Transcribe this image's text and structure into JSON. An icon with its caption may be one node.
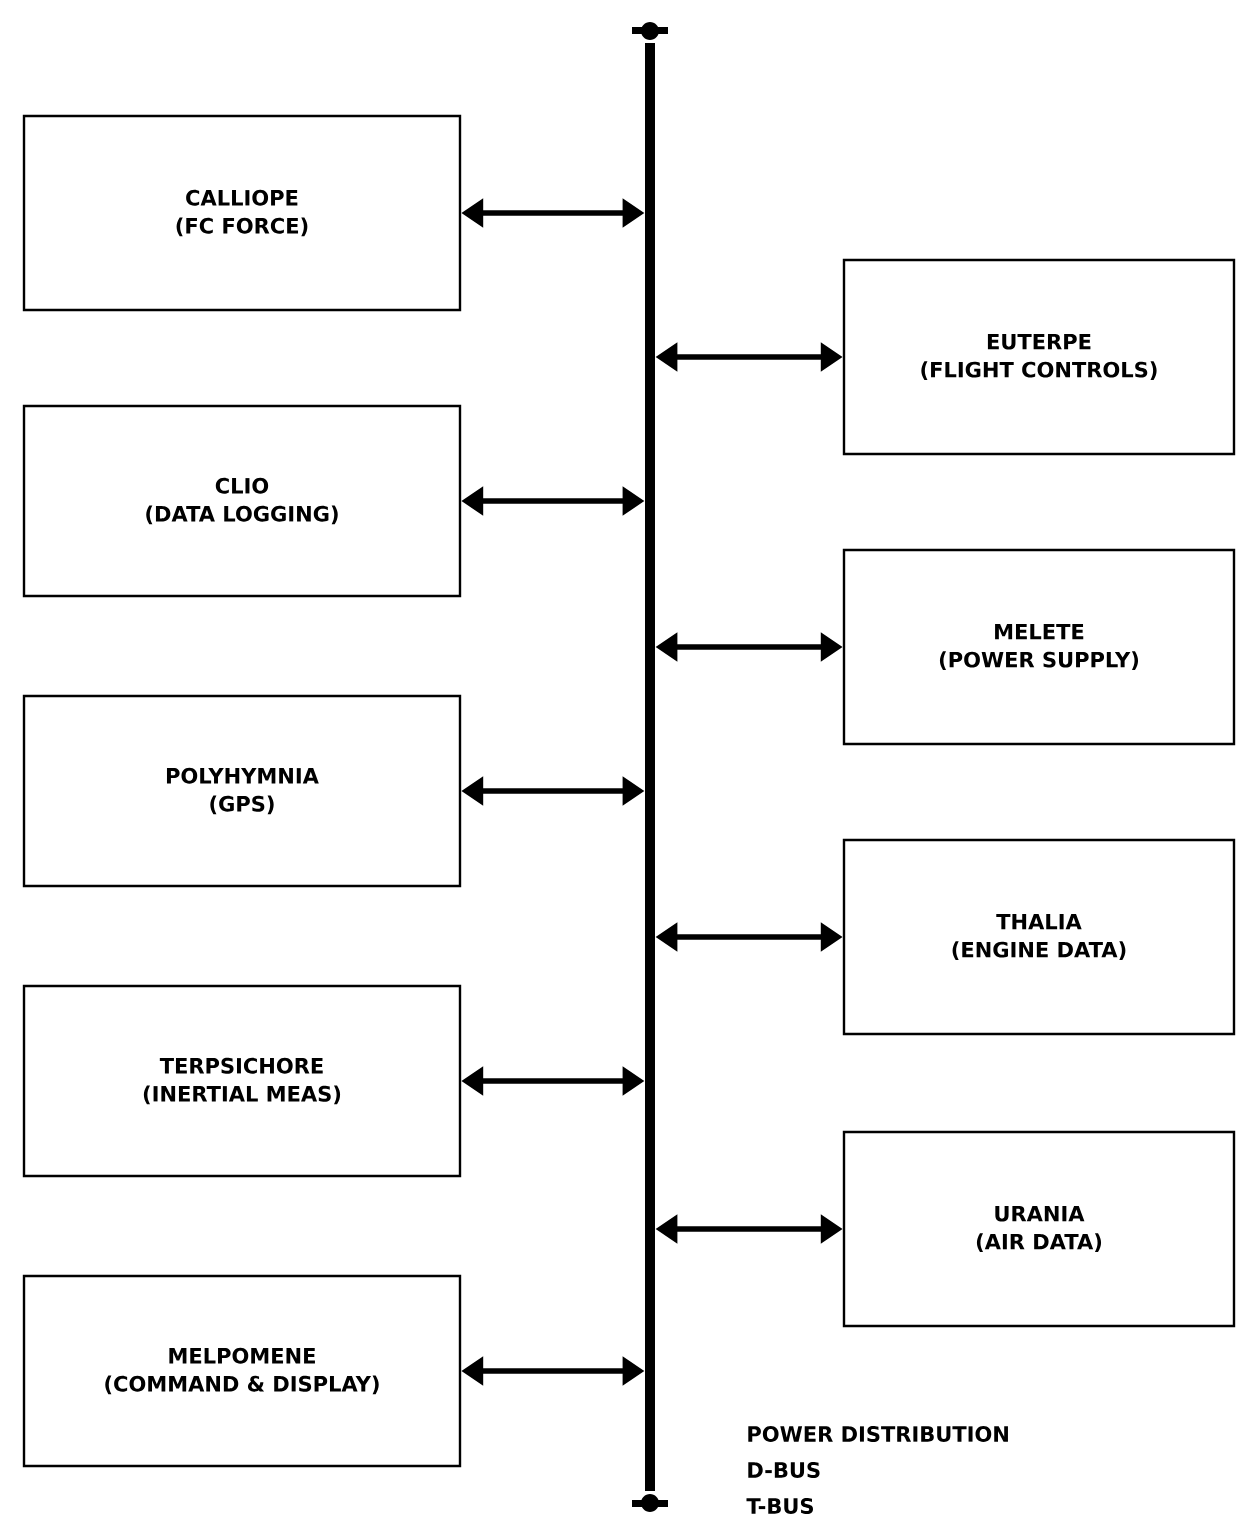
{
  "diagram": {
    "nodes": [
      {
        "text": [
          "CALLIOPE",
          "(FC FORCE)"
        ]
      },
      {
        "text": [
          "EUTERPE",
          "(FLIGHT CONTROLS)"
        ]
      },
      {
        "text": [
          "CLIO",
          "(DATA LOGGING)"
        ]
      },
      {
        "text": [
          "MELETE",
          "(POWER SUPPLY)"
        ]
      },
      {
        "text": [
          "POLYHYMNIA",
          "(GPS)"
        ]
      },
      {
        "text": [
          "THALIA",
          "(ENGINE DATA)"
        ]
      },
      {
        "text": [
          "TERPSICHORE",
          "(INERTIAL MEAS)"
        ]
      },
      {
        "text": [
          "URANIA",
          "(AIR DATA)"
        ]
      },
      {
        "text": [
          "MELPOMENE",
          "(COMMAND & DISPLAY)"
        ]
      },
      {
        "text": [],
        "shape": "bar"
      }
    ],
    "edges": [
      {
        "from": 0,
        "to": 9,
        "arrow": "both"
      },
      {
        "from": 9,
        "to": 1,
        "arrow": "both"
      },
      {
        "from": 2,
        "to": 9,
        "arrow": "both"
      },
      {
        "from": 9,
        "to": 3,
        "arrow": "both"
      },
      {
        "from": 4,
        "to": 9,
        "arrow": "both"
      },
      {
        "from": 9,
        "to": 5,
        "arrow": "both"
      },
      {
        "from": 6,
        "to": 9,
        "arrow": "both"
      },
      {
        "from": 9,
        "to": 7,
        "arrow": "both"
      },
      {
        "from": 8,
        "to": 9,
        "arrow": "both"
      }
    ],
    "labels": [
      "POWER DISTRIBUTION",
      "D-BUS",
      "T-BUS"
    ]
  }
}
